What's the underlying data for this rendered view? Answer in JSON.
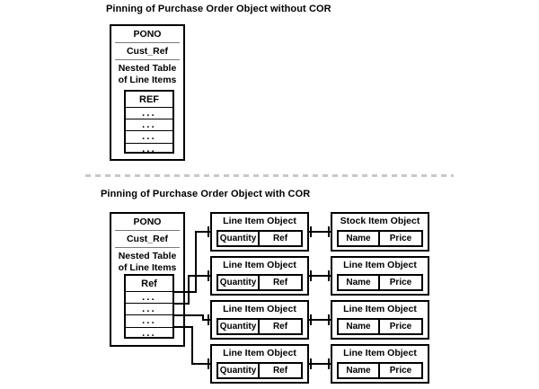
{
  "diagrams": [
    {
      "title": "Pinning of Purchase Order Object without COR",
      "object": {
        "name": "PONO",
        "field2": "Cust_Ref",
        "field3_line1": "Nested Table",
        "field3_line2": "of Line Items",
        "nested_table": {
          "header": "REF",
          "rows": [
            "...",
            "...",
            "...",
            "..."
          ]
        }
      }
    },
    {
      "title": "Pinning of Purchase Order Object with COR",
      "object": {
        "name": "PONO",
        "field2": "Cust_Ref",
        "field3_line1": "Nested Table",
        "field3_line2": "of Line Items",
        "nested_table": {
          "header": "Ref",
          "rows": [
            "...",
            "...",
            "...",
            "..."
          ]
        }
      },
      "left_column": [
        {
          "title": "Line Item Object",
          "cells": [
            "Quantity",
            "Ref"
          ]
        },
        {
          "title": "Line Item Object",
          "cells": [
            "Quantity",
            "Ref"
          ]
        },
        {
          "title": "Line Item Object",
          "cells": [
            "Quantity",
            "Ref"
          ]
        },
        {
          "title": "Line Item Object",
          "cells": [
            "Quantity",
            "Ref"
          ]
        }
      ],
      "right_column": [
        {
          "title": "Stock Item Object",
          "cells": [
            "Name",
            "Price"
          ]
        },
        {
          "title": "Line Item Object",
          "cells": [
            "Name",
            "Price"
          ]
        },
        {
          "title": "Line Item Object",
          "cells": [
            "Name",
            "Price"
          ]
        },
        {
          "title": "Line Item Object",
          "cells": [
            "Name",
            "Price"
          ]
        }
      ]
    }
  ],
  "colors": {
    "stroke": "#000000",
    "background": "#ffffff",
    "field_rule": "#7a7a7a",
    "dashed_rule": "#c8c8c8"
  }
}
